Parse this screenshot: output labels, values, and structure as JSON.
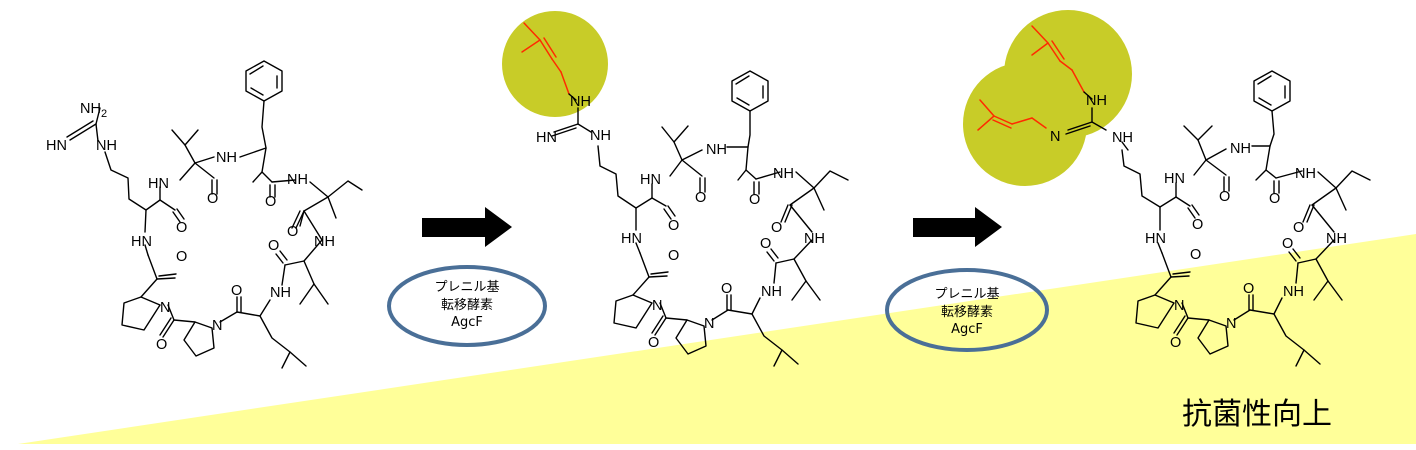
{
  "colors": {
    "gradient": "#ffff99",
    "highlight": "#c8cc28",
    "prenyl_bond": "#ff2a00",
    "ellipse_stroke": "#4a6f97",
    "arrow": "#000000"
  },
  "arrows": [
    {
      "name": "reaction-arrow-1"
    },
    {
      "name": "reaction-arrow-2"
    }
  ],
  "enzyme_1": {
    "line1": "プレニル基",
    "line2": "転移酵素",
    "line3": "AgcF"
  },
  "enzyme_2": {
    "line1": "プレニル基",
    "line2": "転移酵素",
    "line3": "AgcF"
  },
  "result_label": "抗菌性向上",
  "atom_labels": {
    "nh2": "NH2",
    "hn": "HN",
    "nh": "NH",
    "n": "N",
    "o": "O"
  }
}
